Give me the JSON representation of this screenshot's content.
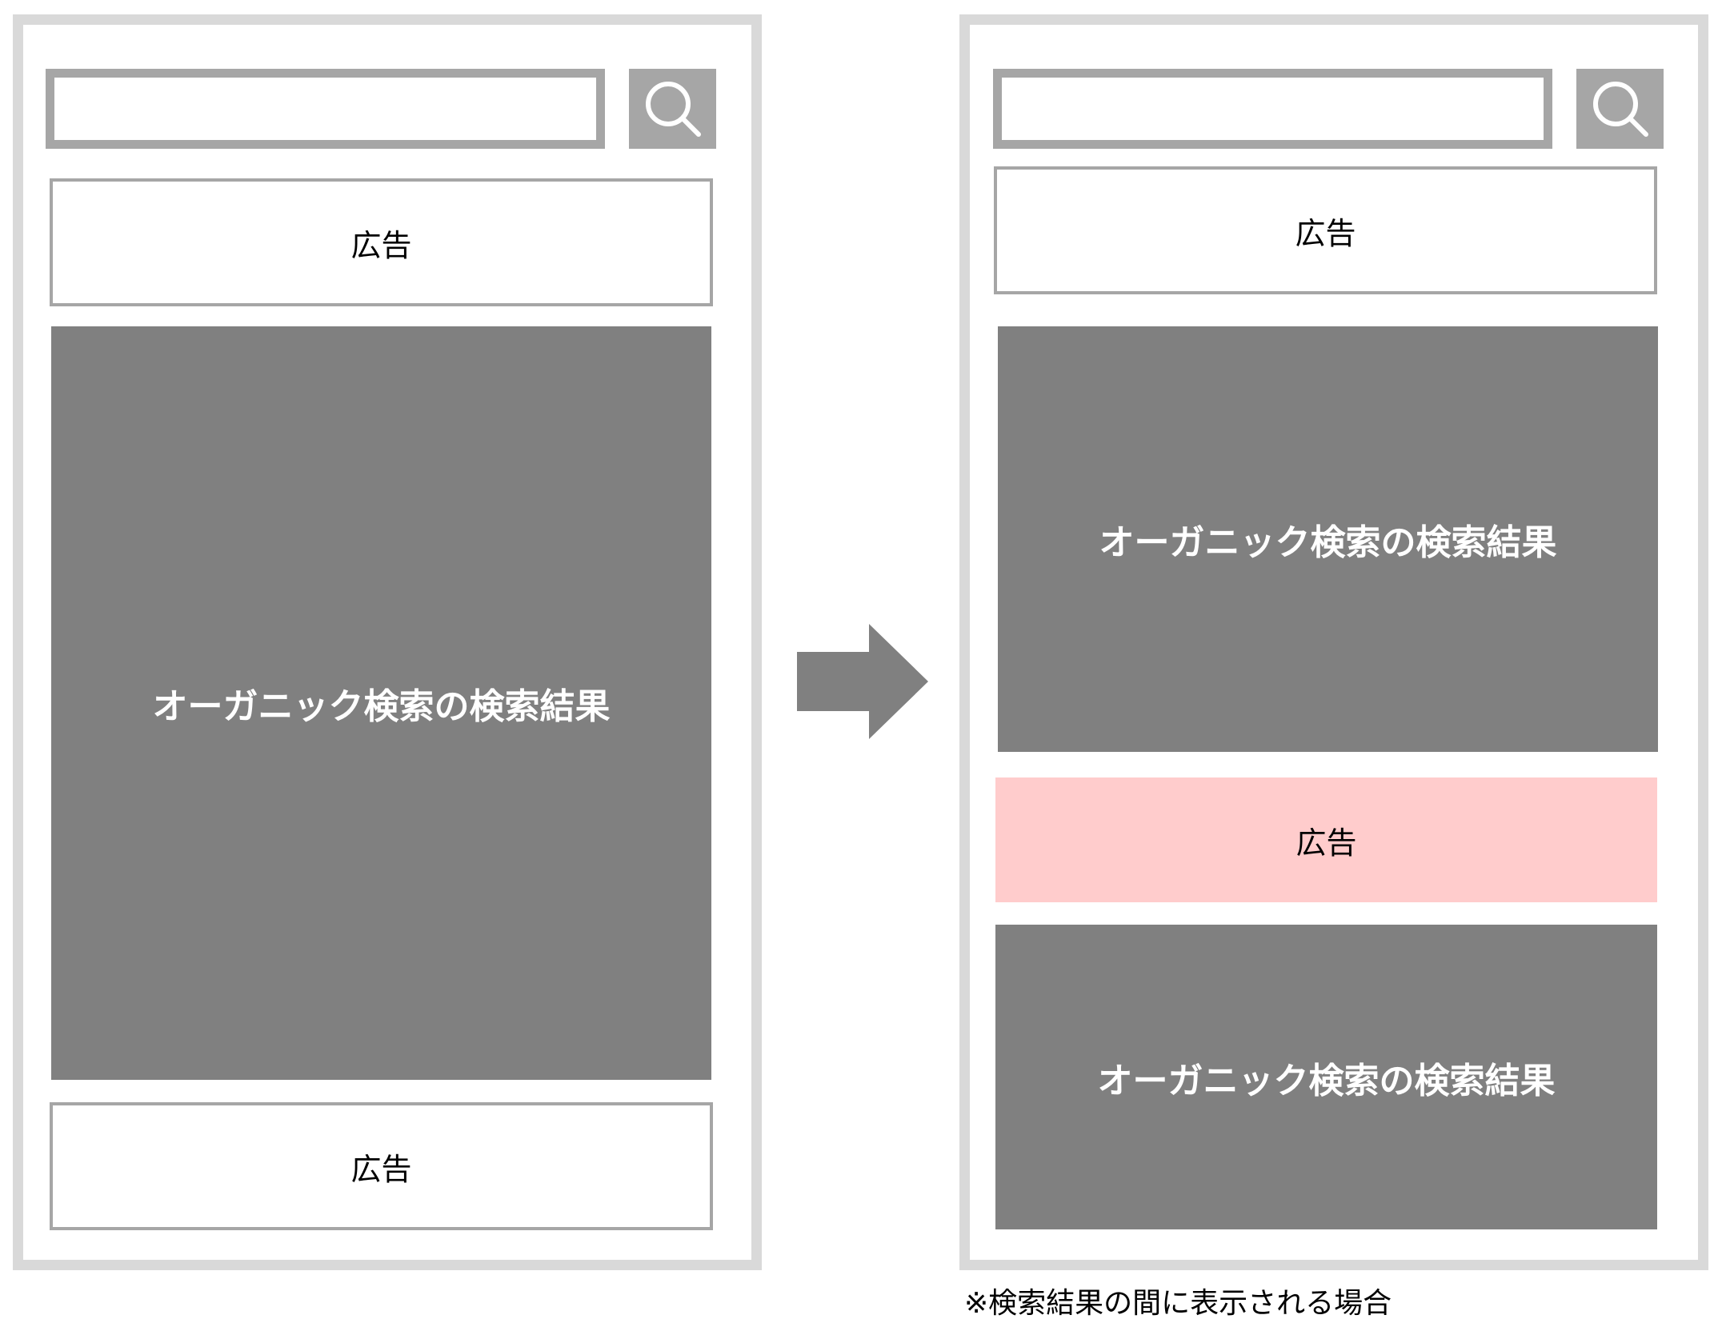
{
  "before": {
    "ad_top_label": "広告",
    "organic_results_label": "オーガニック検索の検索結果",
    "ad_bottom_label": "広告"
  },
  "after": {
    "ad_top_label": "広告",
    "organic_results_top_label": "オーガニック検索の検索結果",
    "ad_middle_label": "広告",
    "organic_results_bottom_label": "オーガニック検索の検索結果"
  },
  "footnote": "※検索結果の間に表示される場合",
  "icons": {
    "search": "search-icon",
    "arrow": "arrow-right-icon"
  },
  "colors": {
    "frame": "#d9d9d9",
    "search_gray": "#a6a6a6",
    "organic_fill": "#808080",
    "highlighted_ad": "#ffcccc"
  }
}
